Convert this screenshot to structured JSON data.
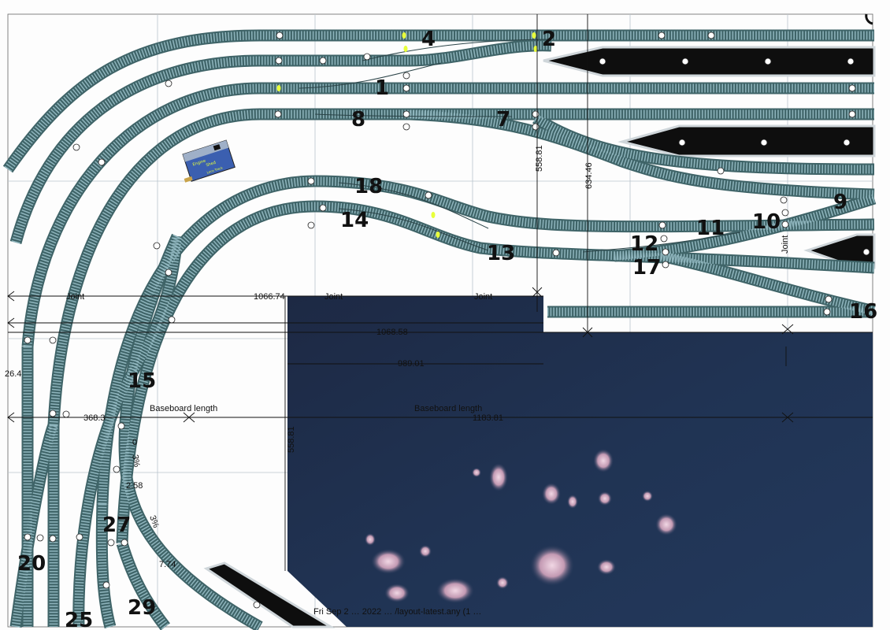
{
  "track_numbers": [
    "4",
    "2",
    "1",
    "8",
    "7",
    "18",
    "14",
    "13",
    "12",
    "11",
    "10",
    "9",
    "17",
    "16",
    "15",
    "27",
    "20",
    "25",
    "29"
  ],
  "dimensions": {
    "width_1066": "1066.74",
    "height_558_a": "558.81",
    "height_634": "634.46",
    "width_1068": "1068.58",
    "width_989": "989.01",
    "baseboard_left": "368.3",
    "baseboard_right": "1183.81",
    "height_558_b": "558.81",
    "left_edge": "26.4",
    "grade_0": "0",
    "grade_258": "2.58",
    "grade_774": "7.74",
    "slope_3a": "3%",
    "slope_3b": "3%"
  },
  "labels": {
    "joint_1": "Joint",
    "joint_2": "Joint",
    "joint_3": "Joint",
    "joint_right": "Joint",
    "baseboard_length_1": "Baseboard length",
    "baseboard_length_2": "Baseboard length",
    "footer": "Fri Sep 2 … 2022 … /layout-latest.any (1 …"
  },
  "building": {
    "label_line1": "Engine",
    "label_line2": "Shed",
    "label_line3": "Loco Track"
  },
  "colors": {
    "track_bed": "#3f6468",
    "sleepers": "#8fb5bd",
    "scenic_board": "#1c2a44",
    "platform": "#0e0e0e",
    "point_marker": "#e8ff3a"
  }
}
